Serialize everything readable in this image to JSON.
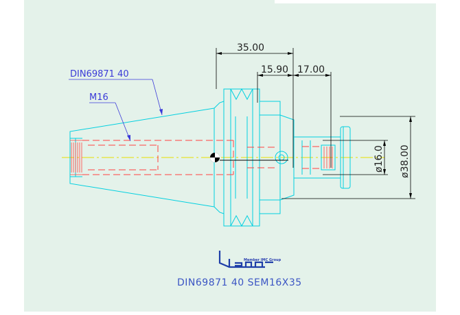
{
  "drawing": {
    "dimensions": {
      "length_total": "35.00",
      "length_a": "15.90",
      "length_b": "17.00",
      "diameter_inner": "ø16.0",
      "diameter_outer": "ø38.00"
    },
    "labels": {
      "standard": "DIN69871  40",
      "thread": "M16"
    },
    "logo": {
      "tagline": "Member IMC Group",
      "brand": "ISCAR"
    },
    "caption": "DIN69871  40  SEM16X35"
  },
  "colors": {
    "outline": "#00d0e0",
    "hidden": "#ff4040",
    "centerline": "#e8e000",
    "dimension": "#000000",
    "leader": "#3a3ad8",
    "background": "#e4f2ea"
  }
}
